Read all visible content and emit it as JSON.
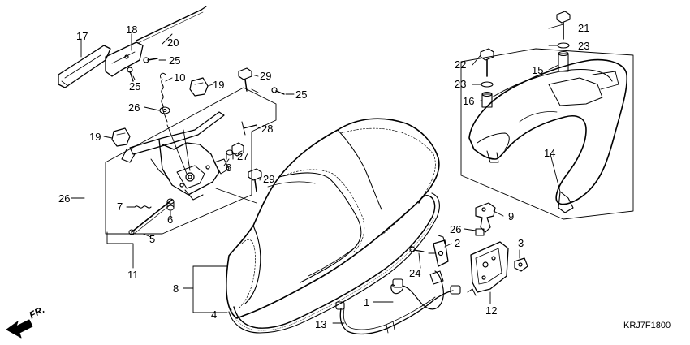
{
  "diagram": {
    "code": "KRJ7F1800",
    "direction_label": "FR.",
    "callouts": {
      "c1": "1",
      "c2": "2",
      "c3": "3",
      "c4": "4",
      "c5": "5",
      "c6a": "6",
      "c6b": "6",
      "c7": "7",
      "c8": "8",
      "c9": "9",
      "c10": "10",
      "c11": "11",
      "c12": "12",
      "c13": "13",
      "c14": "14",
      "c15": "15",
      "c16": "16",
      "c17": "17",
      "c18": "18",
      "c19a": "19",
      "c19b": "19",
      "c20": "20",
      "c21": "21",
      "c22": "22",
      "c23a": "23",
      "c23b": "23",
      "c24": "24",
      "c25a": "25",
      "c25b": "25",
      "c25c": "25",
      "c26a": "26",
      "c26b": "26",
      "c26c": "26",
      "c27": "27",
      "c28": "28",
      "c29a": "29",
      "c29b": "29"
    }
  }
}
